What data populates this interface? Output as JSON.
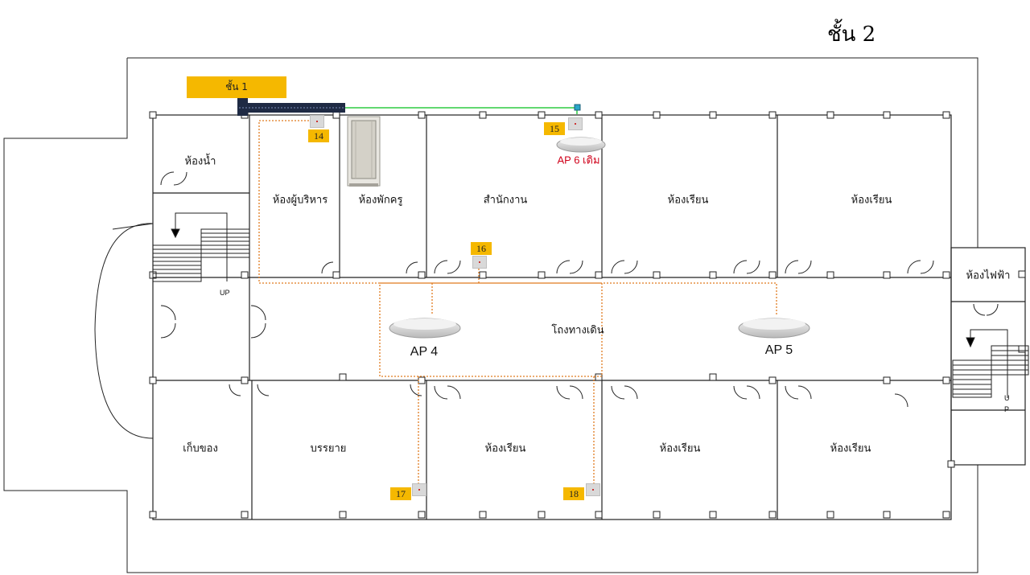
{
  "floor_title": "ชั้น 2",
  "floor_link_label": "ชั้น 1",
  "rooms": {
    "restroom": "ห้องน้ำ",
    "director": "ห้องผู้บริหาร",
    "teacher_lounge": "ห้องพักครู",
    "office": "สำนักงาน",
    "classroom_top_1": "ห้องเรียน",
    "classroom_top_2": "ห้องเรียน",
    "electrical": "ห้องไฟฟ้า",
    "corridor": "โถงทางเดิน",
    "storage": "เก็บของ",
    "lecture": "บรรยาย",
    "classroom_bottom_1": "ห้องเรียน",
    "classroom_bottom_2": "ห้องเรียน",
    "classroom_bottom_3": "ห้องเรียน"
  },
  "access_points": {
    "ap4": "AP 4",
    "ap5": "AP 5",
    "ap6": "AP 6 เดิม"
  },
  "data_points": [
    "14",
    "15",
    "16",
    "17",
    "18"
  ],
  "stair_labels": {
    "left": "UP",
    "right_u": "U",
    "right_p": "P"
  },
  "colors": {
    "tag": "#f5b800",
    "cable_orange": "#e07b1f",
    "fiber_green": "#2ecc40",
    "trunk": "#1f2a44",
    "ap_existing": "#d0021b"
  }
}
